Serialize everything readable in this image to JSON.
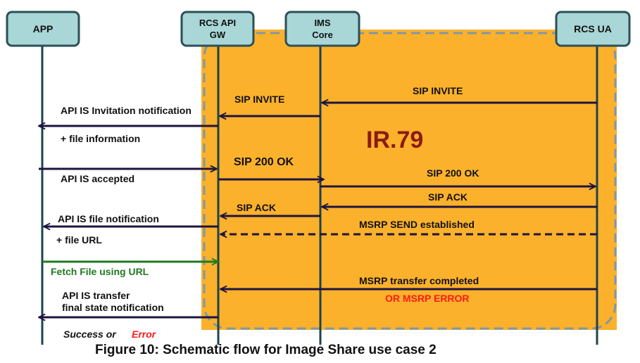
{
  "entities": [
    {
      "lines": [
        "APP"
      ]
    },
    {
      "lines": [
        "RCS  API",
        "GW"
      ]
    },
    {
      "lines": [
        "IMS",
        "Core"
      ]
    },
    {
      "lines": [
        "RCS  UA"
      ]
    }
  ],
  "zone_label": "IR.79",
  "messages": {
    "sip_invite_ua": "SIP INVITE",
    "sip_invite_ims": "SIP INVITE",
    "api_invitation": "API IS Invitation notification",
    "file_information": "+ file information",
    "api_accepted": "API IS accepted",
    "sip_200_gw": "SIP 200 OK",
    "sip_200_ims": "SIP 200 OK",
    "sip_ack_ua": "SIP  ACK",
    "sip_ack_ims": "SIP ACK",
    "api_file_notification": "API IS file notification",
    "file_url": "+ file URL",
    "msrp_send": "MSRP SEND  established",
    "fetch_file": "Fetch File using URL",
    "msrp_completed": "MSRP transfer completed",
    "msrp_error": "OR MSRP ERROR",
    "api_transfer_1": "API IS transfer",
    "api_transfer_2": "final state notification",
    "success_or": "Success or",
    "error": "Error"
  },
  "caption": "Figure 10: Schematic flow for Image Share use case 2",
  "colors": {
    "zone_fill": "#FBB12B",
    "zone_border": "#7F98A8",
    "entity_fill": "#A9D6D6",
    "entity_border": "#2C4F57",
    "lifeline": "#1E4448",
    "arrow": "#1E1440",
    "fetch_arrow": "#1F7A1F",
    "zone_label": "#8B1A14",
    "error_text": "#FF1A1A"
  }
}
